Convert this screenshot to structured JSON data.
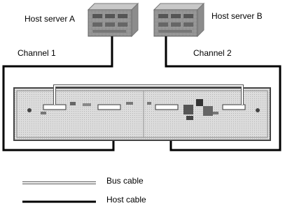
{
  "diagram": {
    "host_a_label": "Host server A",
    "host_b_label": "Host server B",
    "channel_1_label": "Channel  1",
    "channel_2_label": "Channel  2"
  },
  "legend": {
    "bus_cable_label": "Bus cable",
    "host_cable_label": "Host cable"
  },
  "colors": {
    "cable": "#000000",
    "bus_cable_outline": "#555555",
    "array_fill": "#d6d6d6",
    "server_fill": "#9a9a9a"
  }
}
